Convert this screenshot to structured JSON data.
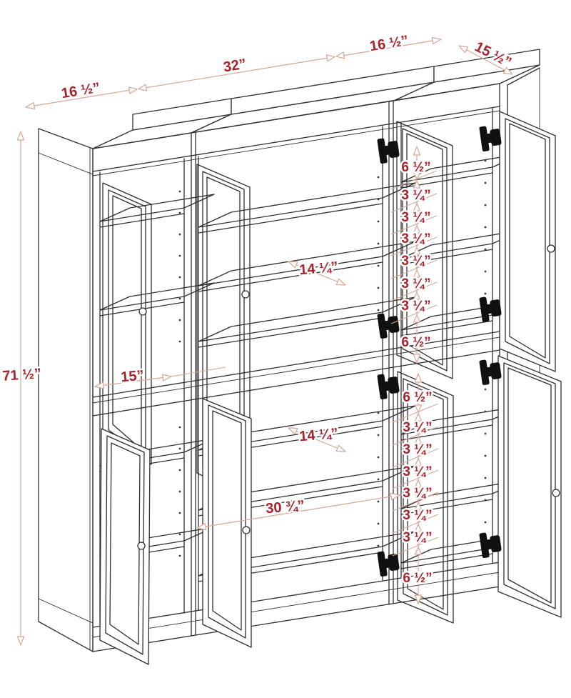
{
  "diagram": {
    "type": "cabinet-dimension-line-drawing",
    "overall": {
      "width_left": "16 ½”",
      "width_middle": "32”",
      "width_right": "16 ½”",
      "depth": "15 ½”",
      "height": "71 ½”"
    },
    "interior": {
      "left_width": "15”",
      "middle_width": "30 ¾”",
      "shelf_depth_upper": "14 ¼”",
      "shelf_depth_lower": "14 ¼”"
    },
    "hole_spacing_upper": [
      "6 ½”",
      "3 ¼”",
      "3 ¼”",
      "3 ¼”",
      "3 ¼”",
      "3 ¼”",
      "3 ¼”",
      "6 ½”"
    ],
    "hole_spacing_lower": [
      "6 ½”",
      "3 ¼”",
      "3 ¼”",
      "3 ¼”",
      "3 ¼”",
      "3 ¼”",
      "3 ¼”",
      "6 ½”"
    ],
    "colors": {
      "line": "#2f2f2f",
      "dim_line": "#d8a795",
      "dim_text": "#a8212b"
    }
  }
}
